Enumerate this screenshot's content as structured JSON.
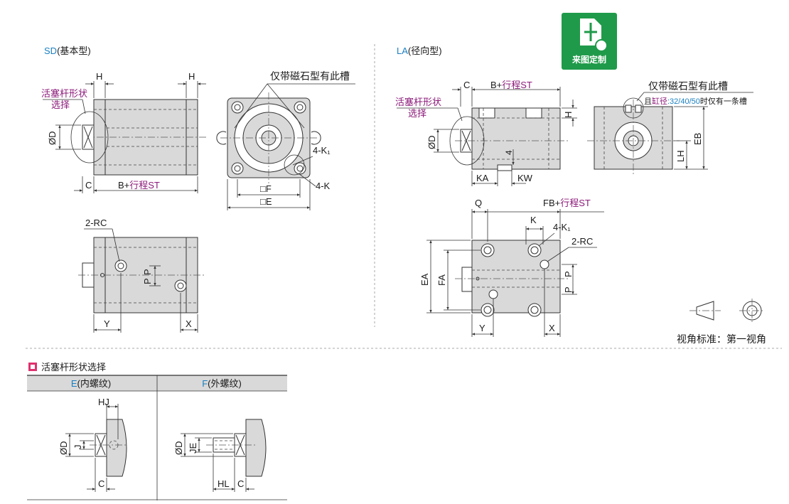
{
  "sd_view": {
    "code": "SD",
    "title": "(基本型)",
    "labels": {
      "H_left": "H",
      "H_right": "H",
      "rod_shape_1": "活塞杆形状",
      "rod_shape_2": "选择",
      "phiD": "ØD",
      "C": "C",
      "B_plus": "B+",
      "stroke": "行程ST",
      "magnet_slot": "仅带磁石型有此槽",
      "four_K1": "4-K₁",
      "four_K": "4-K",
      "F": "□F",
      "E": "□E",
      "two_RC": "2-RC",
      "P1": "P",
      "P2": "P",
      "Y": "Y",
      "X": "X"
    }
  },
  "la_view": {
    "code": "LA",
    "title": "(径向型)",
    "labels": {
      "C": "C",
      "B_plus": "B+",
      "stroke": "行程ST",
      "rod_shape_1": "活塞杆形状",
      "rod_shape_2": "选择",
      "H": "H",
      "phiD": "ØD",
      "four": "4",
      "KA": "KA",
      "KW": "KW",
      "magnet_slot": "仅带磁石型有此槽",
      "note_prefix": "且",
      "note_bore": "缸径",
      "note_sizes": ":32/40/50",
      "note_suffix": "时仅有一条槽",
      "LH": "LH",
      "EB": "EB",
      "Q": "Q",
      "FB_plus": "FB+",
      "fb_stroke": "行程ST",
      "K": "K",
      "four_K1": "4-K₁",
      "two_RC": "2-RC",
      "EA": "EA",
      "FA": "FA",
      "P1": "P",
      "P2": "P",
      "Y": "Y",
      "X": "X"
    }
  },
  "custom_badge": {
    "label": "来图定制",
    "color": "#1f9a4a"
  },
  "projection": {
    "label": "视角标准：第一视角"
  },
  "rod_selection": {
    "title": "活塞杆形状选择",
    "columns": [
      {
        "code": "E",
        "name": "(内螺纹)"
      },
      {
        "code": "F",
        "name": "(外螺纹)"
      }
    ],
    "E_labels": {
      "HJ": "HJ",
      "phiD": "ØD",
      "J": "J",
      "C": "C"
    },
    "F_labels": {
      "phiD": "ØD",
      "JE": "JE",
      "HL": "HL",
      "C": "C"
    }
  },
  "colors": {
    "code": "#1a7fc1",
    "stroke_text": "#8b1a7a",
    "marker": "#e0306e",
    "table_header": "#d9d9d9"
  }
}
